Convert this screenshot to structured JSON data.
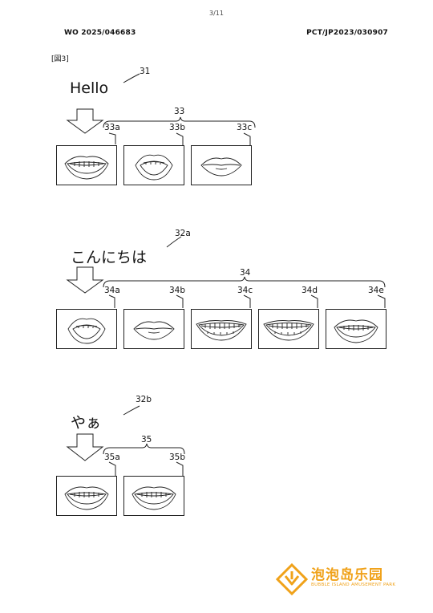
{
  "page_number": "3/11",
  "header": {
    "publication_number": "WO 2025/046683",
    "application_number": "PCT/JP2023/030907"
  },
  "figure_label": "[図3]",
  "groups": [
    {
      "word": "Hello",
      "word_ref": "31",
      "bracket_ref": "33",
      "frame_refs": [
        "33a",
        "33b",
        "33c"
      ],
      "frame_mouths": [
        "smile-teeth",
        "open-round",
        "closed-pout"
      ]
    },
    {
      "word": "こんにちは",
      "word_ref": "32a",
      "bracket_ref": "34",
      "frame_refs": [
        "34a",
        "34b",
        "34c",
        "34d",
        "34e"
      ],
      "frame_mouths": [
        "open-round",
        "closed-pout",
        "wide-teeth",
        "wide-teeth",
        "smile-teeth"
      ]
    },
    {
      "word": "やぁ",
      "word_ref": "32b",
      "bracket_ref": "35",
      "frame_refs": [
        "35a",
        "35b"
      ],
      "frame_mouths": [
        "smile-teeth",
        "smile-teeth"
      ]
    }
  ],
  "watermark": {
    "name": "泡泡岛乐园",
    "subtitle": "BUBBLE ISLAND AMUSEMENT PARK",
    "color": "#f0a21a"
  }
}
